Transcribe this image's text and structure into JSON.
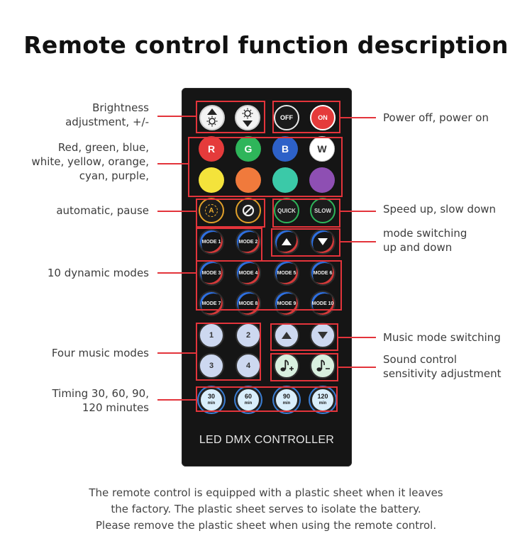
{
  "title": "Remote control function description",
  "remote": {
    "brand": "LED DMX CONTROLLER",
    "buttons": {
      "off": "OFF",
      "on": "ON",
      "r": "R",
      "g": "G",
      "b": "B",
      "w": "W",
      "auto": "A",
      "quick": "QUICK",
      "slow": "SLOW",
      "modes": [
        "MODE 1",
        "MODE 2",
        "MODE 3",
        "MODE 4",
        "MODE 5",
        "MODE 6",
        "MODE 7",
        "MODE 8",
        "MODE 9",
        "MODE 10"
      ],
      "music": [
        "1",
        "2",
        "3",
        "4"
      ],
      "timers": [
        {
          "num": "30",
          "unit": "min"
        },
        {
          "num": "60",
          "unit": "min"
        },
        {
          "num": "90",
          "unit": "min"
        },
        {
          "num": "120",
          "unit": "min"
        }
      ]
    },
    "colors": {
      "red": "#e53b3b",
      "green": "#2eb55a",
      "blue": "#2d61c8",
      "white": "#ffffff",
      "yellow": "#f4e33b",
      "orange": "#f07a3c",
      "cyan": "#3bc9a8",
      "purple": "#8e4fb3",
      "annotation": "#e3343b"
    }
  },
  "annotations": {
    "brightness": [
      "Brightness",
      "adjustment, +/-"
    ],
    "colors": [
      "Red, green, blue,",
      "white, yellow, orange,",
      "cyan, purple,"
    ],
    "auto_pause": "automatic, pause",
    "dynamic": "10 dynamic modes",
    "music_modes": "Four music modes",
    "timing": [
      "Timing 30, 60, 90,",
      "120 minutes"
    ],
    "power": "Power off, power on",
    "speed": "Speed up, slow down",
    "mode_switch": [
      "mode switching",
      "up and down"
    ],
    "music_switch": "Music mode switching",
    "sound": [
      "Sound control",
      "sensitivity adjustment"
    ]
  },
  "footer": [
    "The remote control is equipped with a plastic sheet when it leaves",
    "the factory. The plastic sheet serves to isolate the battery.",
    "Please remove the plastic sheet when using the remote control."
  ]
}
